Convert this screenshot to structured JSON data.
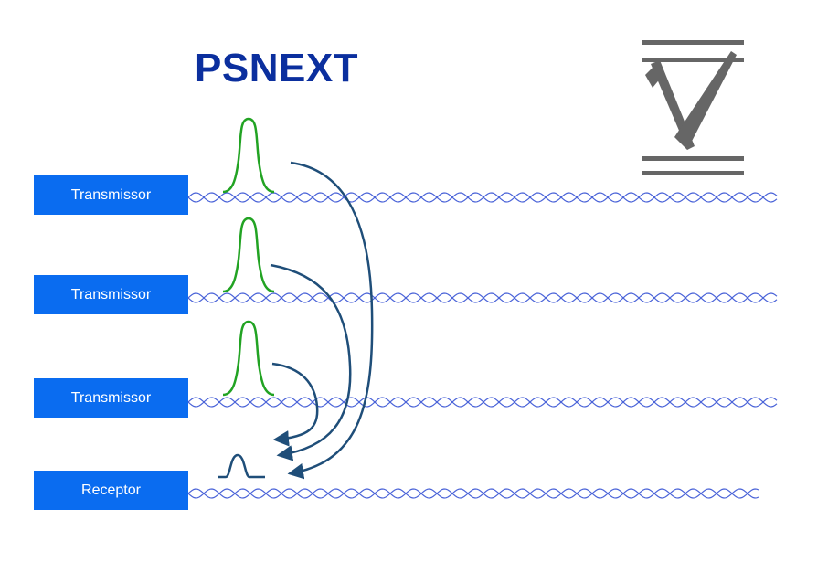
{
  "title": "PSNEXT",
  "labels": {
    "transmitter_1": "Transmissor",
    "transmitter_2": "Transmissor",
    "transmitter_3": "Transmissor",
    "receiver": "Receptor"
  },
  "colors": {
    "title": "#0b2f9e",
    "box": "#0a6cf0",
    "wire": "#4a63d8",
    "pulse": "#22a323",
    "crosstalk": "#1f4e79",
    "logo": "#666666"
  },
  "icons": [
    "pulse-icon",
    "crosstalk-arrow-icon",
    "logo-mark-icon"
  ]
}
